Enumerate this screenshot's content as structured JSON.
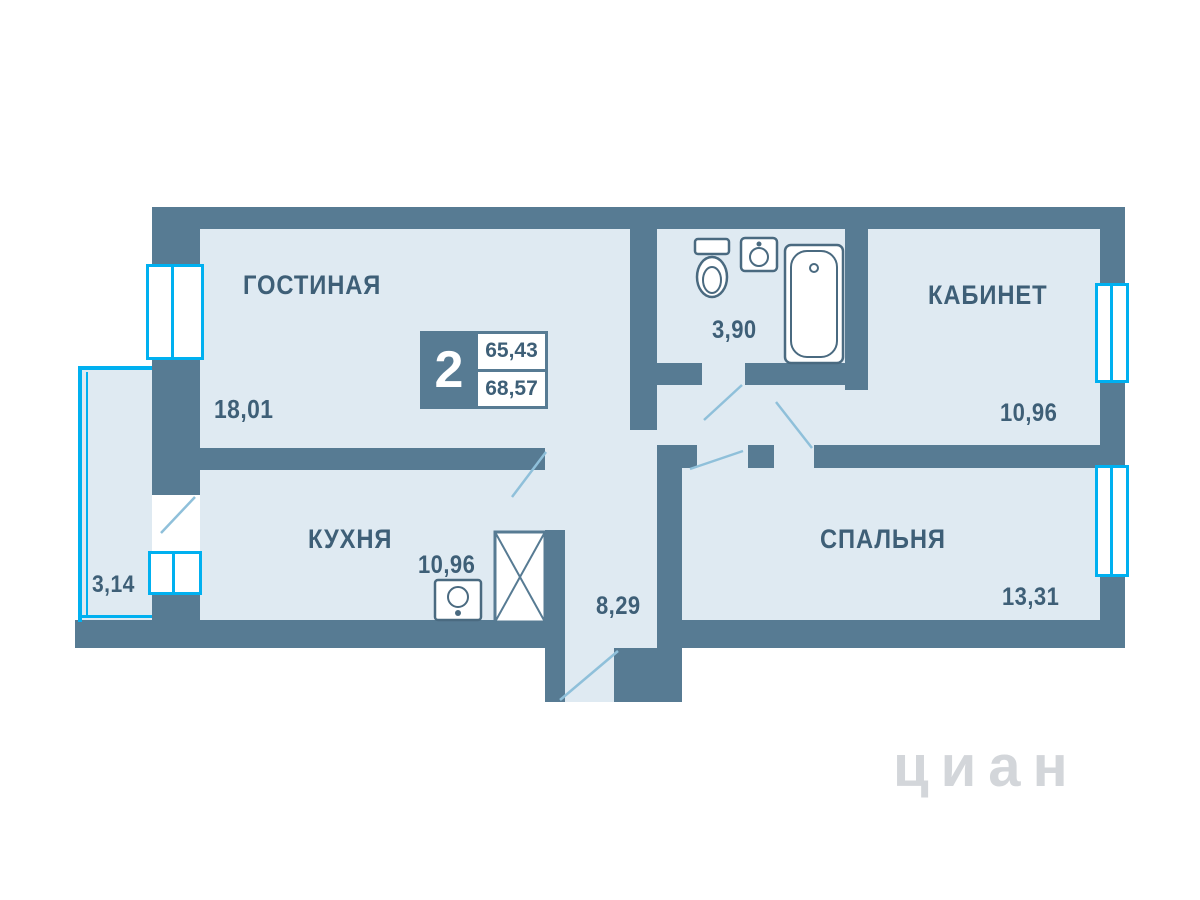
{
  "colors": {
    "wall": "#577b93",
    "fill": "#dfeaf2",
    "window": "#00b0f0",
    "ink": "#3e5f77",
    "door": "#8fc0da",
    "fixture": "#4a6a80",
    "watermark": "#ccd0d4"
  },
  "stamp": {
    "rooms": "2",
    "area_top": "65,43",
    "area_bottom": "68,57"
  },
  "rooms": {
    "living": {
      "label": "ГОСТИНАЯ",
      "area": "18,01"
    },
    "cabinet": {
      "label": "КАБИНЕТ",
      "area": "10,96"
    },
    "kitchen": {
      "label": "КУХНЯ",
      "area": "10,96"
    },
    "bedroom": {
      "label": "СПАЛЬНЯ",
      "area": "13,31"
    },
    "bathroom": {
      "area": "3,90"
    },
    "hallway": {
      "area": "8,29"
    },
    "balcony": {
      "area": "3,14"
    }
  },
  "watermark": "циан"
}
